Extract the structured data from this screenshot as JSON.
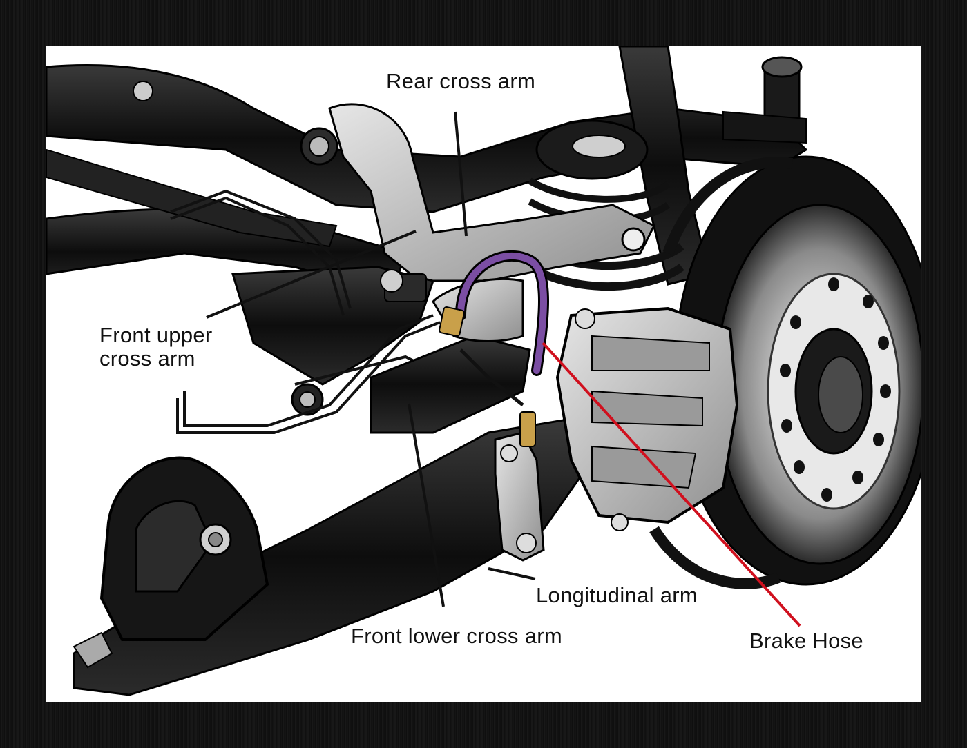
{
  "labels": {
    "rear_cross_arm": "Rear cross arm",
    "front_upper_cross_arm_line1": "Front upper",
    "front_upper_cross_arm_line2": "cross arm",
    "front_lower_cross_arm": "Front lower cross arm",
    "longitudinal_arm": "Longitudinal arm",
    "brake_hose": "Brake Hose"
  },
  "colors": {
    "frame": "#111111",
    "background": "#ffffff",
    "metal_dark": "#1a1a1a",
    "metal_light": "#bdbdbd",
    "brake_hose": "#7b4ea3",
    "brake_hose_pointer": "#d0101e",
    "fitting": "#c9a04a"
  }
}
